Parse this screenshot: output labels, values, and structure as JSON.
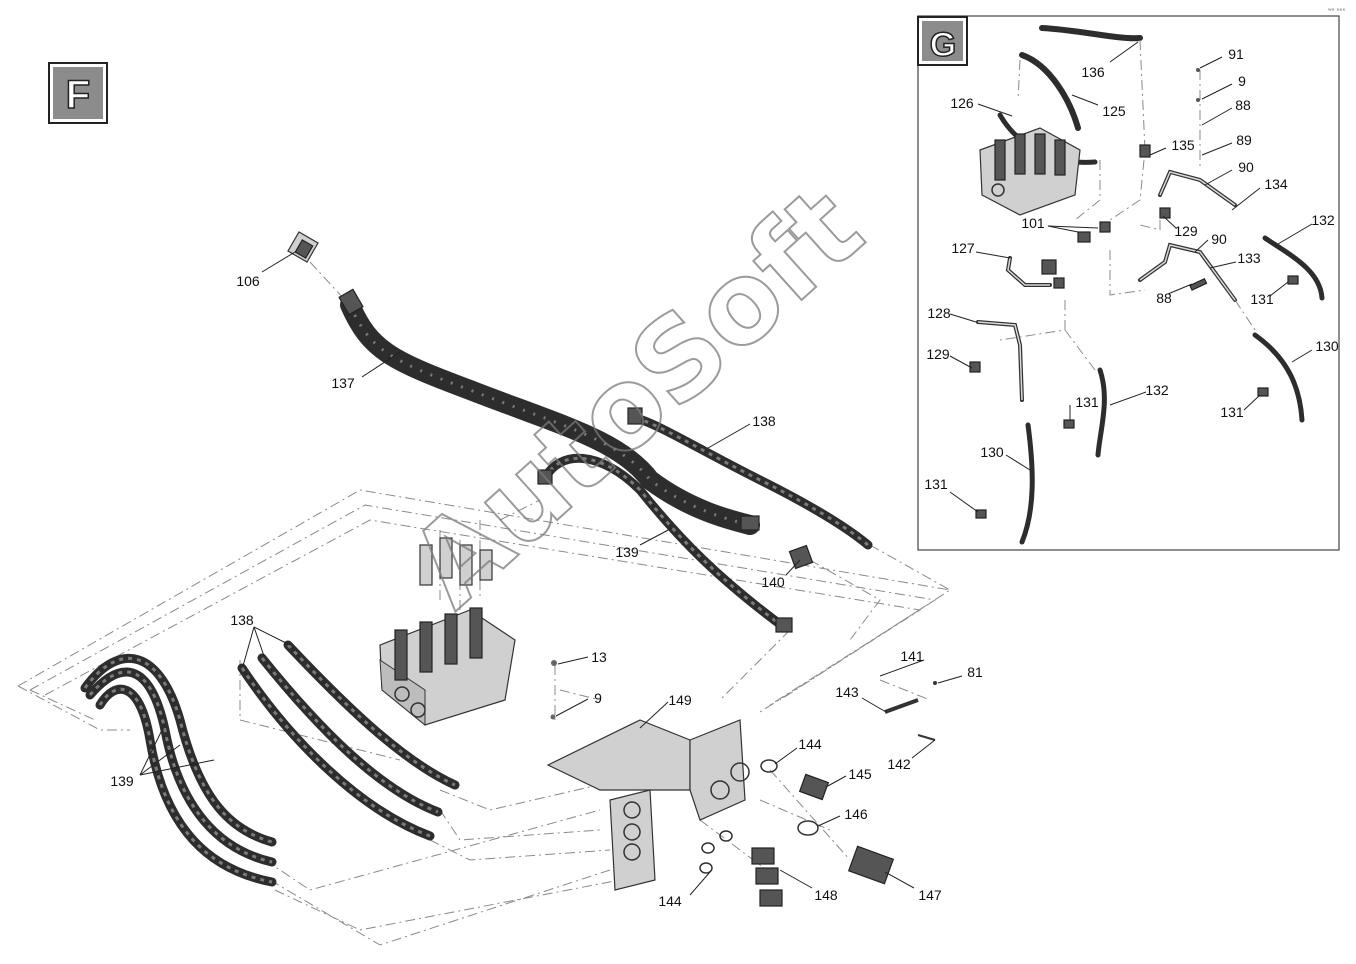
{
  "badges": {
    "F": "F",
    "G": "G"
  },
  "watermark": "AutoSoft",
  "corner_mark": "ʷᵒ ᵉᵉᵉ",
  "labels_main": [
    "106",
    "137",
    "138",
    "139",
    "140",
    "138",
    "139",
    "13",
    "9",
    "149",
    "141",
    "81",
    "143",
    "142",
    "144",
    "145",
    "146",
    "148",
    "147",
    "144"
  ],
  "labels_inset": [
    "136",
    "125",
    "126",
    "135",
    "91",
    "9",
    "88",
    "89",
    "90",
    "134",
    "101",
    "129",
    "132",
    "127",
    "90",
    "133",
    "88",
    "131",
    "128",
    "129",
    "130",
    "131",
    "132",
    "131",
    "130",
    "131"
  ]
}
